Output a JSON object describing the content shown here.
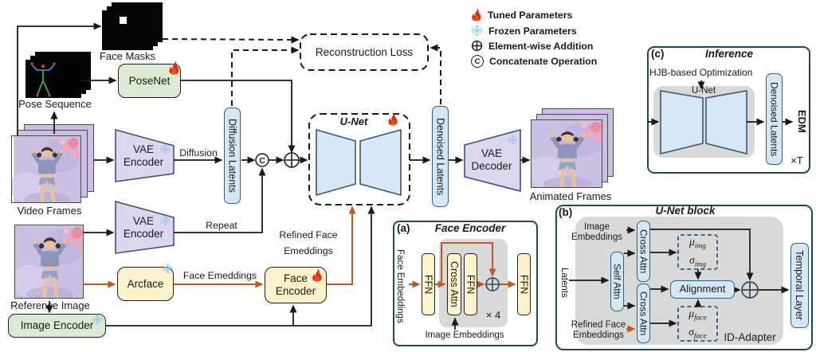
{
  "legend": {
    "tuned": "Tuned Parameters",
    "frozen": "Frozen Parameters",
    "addition": "Element-wise Addition",
    "concat": "Concatenate Operation",
    "concat_symbol": "C"
  },
  "main": {
    "face_masks": "Face Masks",
    "pose_sequence": "Pose Sequence",
    "video_frames": "Video Frames",
    "reference_image": "Reference Image",
    "posenet": "PoseNet",
    "vae_encoder": "VAE Encoder",
    "diffusion_arrow": "Diffusion",
    "repeat_arrow": "Repeat",
    "diffusion_latents": "Diffusion Latents",
    "concat_symbol": "C",
    "reconstruction_loss": "Reconstruction Loss",
    "unet": "U-Net",
    "denoised_latents": "Denoised Latents",
    "vae_decoder": "VAE Decoder",
    "animated_frames": "Animated Frames",
    "arcface": "Arcface",
    "face_emeddings": "Face Emeddings",
    "face_encoder": "Face Encoder",
    "refined_face_emeddings": "Refined Face Emeddings",
    "image_encoder": "Image Encoder"
  },
  "panel_a": {
    "tag": "(a)",
    "title": "Face Encoder",
    "face_embeddings": "Face Embeddings",
    "ffn": "FFN",
    "cross_attn": "Cross Attn",
    "repeat_count": "× 4",
    "image_embeddings": "Image Embeddings"
  },
  "panel_b": {
    "tag": "(b)",
    "title": "U-Net block",
    "latents": "Latents",
    "image_embeddings": "Image Embeddings",
    "refined_face_embeddings": "Refined Face Embeddings",
    "self_attn": "Self Attn",
    "cross_attn": "Cross Attn",
    "mu": "μ",
    "sigma": "σ",
    "sub_img": "img",
    "sub_face": "face",
    "alignment": "Alignment",
    "id_adapter": "ID-Adapter",
    "temporal_layer": "Temporal Layer"
  },
  "panel_c": {
    "tag": "(c)",
    "title": "Inference",
    "hjb": "HJB-based Optimization",
    "unet": "U-Net",
    "denoised_latents": "Denoised Latents",
    "edm": "EDM",
    "steps": "×T"
  },
  "colors": {
    "accent_orange": "#c2571f",
    "box_blue": "#d5e6f4",
    "box_green": "#dcead3",
    "box_yellow": "#fdf2cc",
    "box_lavender": "#dcd7ee",
    "panel_border": "#1b4a63",
    "gray_region": "#d9d9d9",
    "flame_red": "#e02c12",
    "snowflake_blue": "#8ecdf0"
  }
}
